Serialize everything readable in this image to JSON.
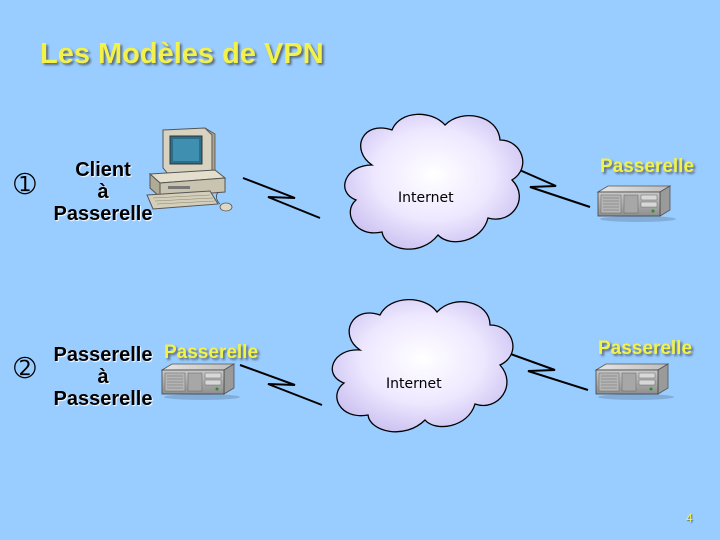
{
  "slide": {
    "title": "Les Modèles de VPN",
    "page_number": "4"
  },
  "models": [
    {
      "number": "➀",
      "label_lines": [
        "Client",
        "à",
        "Passerelle"
      ],
      "remote_label": "Passerelle",
      "cloud_label": "Internet"
    },
    {
      "number": "➁",
      "label_lines": [
        "Passerelle",
        "à",
        "Passerelle"
      ],
      "local_label": "Passerelle",
      "remote_label": "Passerelle",
      "cloud_label": "Internet"
    }
  ],
  "colors": {
    "background": "#99ccff",
    "title": "#f2f24a",
    "cloud": "#e8e0ff"
  },
  "icons": [
    "desktop-computer-icon",
    "server-icon",
    "lightning-link-icon",
    "cloud-icon"
  ]
}
